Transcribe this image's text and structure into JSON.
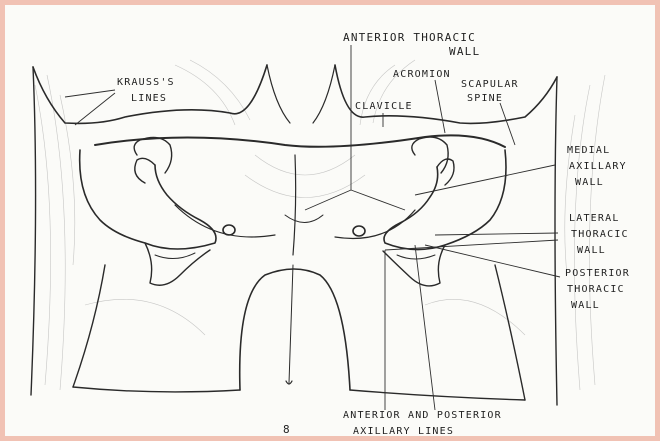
{
  "labels": {
    "anterior_thoracic_wall_1": "ANTERIOR THORACIC",
    "anterior_thoracic_wall_2": "WALL",
    "krausss_lines_1": "KRAUSS'S",
    "krausss_lines_2": "LINES",
    "acromion": "ACROMION",
    "scapular_spine_1": "SCAPULAR",
    "scapular_spine_2": "SPINE",
    "clavicle": "CLAVICLE",
    "medial_axillary_wall_1": "MEDIAL",
    "medial_axillary_wall_2": "AXILLARY",
    "medial_axillary_wall_3": "WALL",
    "lateral_thoracic_wall_1": "LATERAL",
    "lateral_thoracic_wall_2": "THORACIC",
    "lateral_thoracic_wall_3": "WALL",
    "posterior_thoracic_wall_1": "POSTERIOR",
    "posterior_thoracic_wall_2": "THORACIC",
    "posterior_thoracic_wall_3": "WALL",
    "axillary_lines_1": "ANTERIOR AND POSTERIOR",
    "axillary_lines_2": "AXILLARY LINES"
  },
  "page_number": "8",
  "colors": {
    "border": "#f1c2b4",
    "ink": "#2a2a2a",
    "paper": "#fbfbf8"
  }
}
